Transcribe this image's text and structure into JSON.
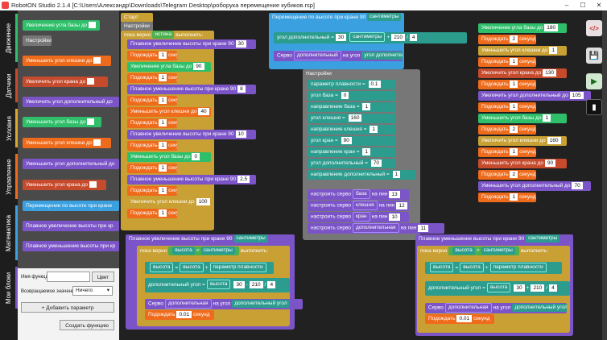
{
  "titlebar": {
    "text": "RobotON Studio 2.1.4 [C:\\Users\\Александр\\Downloads\\Telegram Desktop\\роборука перемещение кубиков.rsp]",
    "min": "–",
    "max": "☐",
    "close": "✕"
  },
  "tabs": [
    "Движение",
    "Датчики",
    "Условия",
    "Управление",
    "Математика",
    "Мои блоки"
  ],
  "palette": {
    "items": [
      "Увеличение угла базы до",
      "Настройки",
      "Уменьшить угол клешни до",
      "Увеличить угол крана до",
      "Увеличить угол дополнительный до",
      "Уменьшить угол базы до",
      "Уменьшить угол клешни до",
      "Уменьшить угол дополнительный до",
      "Уменьшить угол крана до",
      "Перемещение по высоте при кране",
      "Плавное увеличение высоты при кр",
      "Плавное уменьшение высоты при кр"
    ]
  },
  "fnpanel": {
    "name_label": "Имя функции:",
    "color_button": "Цвет",
    "return_label": "Возвращаемое значение:",
    "return_value": "Ничего",
    "add_param": "+ Добавить параметр",
    "create": "Создать функцию"
  },
  "left_stack": {
    "start": "Старт",
    "setup": "Настройки",
    "loop_head": {
      "pre": "пока верно",
      "cond": "истина",
      "post": "выполнить:"
    },
    "rows": [
      {
        "text": "Плавное увеличение высоты при кране 90",
        "val": "30"
      },
      {
        "text": "Подождать",
        "val": "1",
        "unit": "секунд"
      },
      {
        "text": "Увеличение угла базы до",
        "val": "90"
      },
      {
        "text": "Подождать",
        "val": "1",
        "unit": "секунд"
      },
      {
        "text": "Плавное уменьшение высоты при кране 90",
        "val": "8"
      },
      {
        "text": "Подождать",
        "val": "1",
        "unit": "секунд"
      },
      {
        "text": "Уменьшить угол клешни до",
        "val": "40"
      },
      {
        "text": "Подождать",
        "val": "1",
        "unit": "секунд"
      },
      {
        "text": "Плавное увеличение высоты при кране 90",
        "val": "10"
      },
      {
        "text": "Подождать",
        "val": "1",
        "unit": "секунд"
      },
      {
        "text": "Уменьшить угол базы до",
        "val": "0"
      },
      {
        "text": "Подождать",
        "val": "1",
        "unit": "секунд"
      },
      {
        "text": "Плавное уменьшение высоты при кране 90",
        "val": "2.5"
      },
      {
        "text": "Подождать",
        "val": "1",
        "unit": "секунд"
      },
      {
        "text": "Увеличить угол клешни до",
        "val": "100"
      },
      {
        "text": "Подождать",
        "val": "1",
        "unit": "секунд"
      }
    ]
  },
  "move_fn": {
    "head": "Перемещение по высоте при кране 90",
    "param": "сантиметры",
    "set_var": "угол дополнительный",
    "eq": "=",
    "n1": "30",
    "param2": "сантиметры",
    "plus": "+",
    "n2": "210",
    "div": "/",
    "n3": "4",
    "servo": "Серво",
    "servo_name": "дополнительный",
    "servo_to": "на угол",
    "servo_val": "угол дополнительный"
  },
  "setup_fn": {
    "head": "Настройки",
    "vars": [
      {
        "name": "параметр плавности",
        "val": "0.1"
      },
      {
        "name": "угол база",
        "val": "0"
      },
      {
        "name": "направление база",
        "val": "1"
      },
      {
        "name": "угол клешня",
        "val": "160"
      },
      {
        "name": "направление клешня",
        "val": "1"
      },
      {
        "name": "угол кран",
        "val": "90"
      },
      {
        "name": "направление кран",
        "val": "1"
      },
      {
        "name": "угол дополнительный",
        "val": "70"
      },
      {
        "name": "направление дополнительный",
        "val": "1"
      }
    ],
    "servos": [
      {
        "pre": "настроить серво",
        "name": "база",
        "mid": "на пин",
        "pin": "13"
      },
      {
        "pre": "настроить серво",
        "name": "клешня",
        "mid": "на пин",
        "pin": "12"
      },
      {
        "pre": "настроить серво",
        "name": "кран",
        "mid": "на пин",
        "pin": "10"
      },
      {
        "pre": "настроить серво",
        "name": "дополнительная",
        "mid": "на пин",
        "pin": "11"
      }
    ]
  },
  "right_stack": [
    {
      "text": "Увеличение угла базы до",
      "val": "180",
      "c": "g"
    },
    {
      "text": "Подождать",
      "val": "2",
      "unit": "секунд",
      "c": "o"
    },
    {
      "text": "Уменьшить угол клешни до",
      "val": "1",
      "c": "ye"
    },
    {
      "text": "Подождать",
      "val": "1",
      "unit": "секунд",
      "c": "o"
    },
    {
      "text": "Увеличить угол крана до",
      "val": "130",
      "c": "r"
    },
    {
      "text": "Подождать",
      "val": "1",
      "unit": "секунд",
      "c": "o"
    },
    {
      "text": "Увеличить угол дополнительный до",
      "val": "105",
      "c": "p"
    },
    {
      "text": "Подождать",
      "val": "1",
      "unit": "секунд",
      "c": "o"
    },
    {
      "text": "Уменьшить угол базы до",
      "val": "1",
      "c": "g"
    },
    {
      "text": "Подождать",
      "val": "2",
      "unit": "секунд",
      "c": "o"
    },
    {
      "text": "Увеличить угол клешни до",
      "val": "160",
      "c": "ye"
    },
    {
      "text": "Подождать",
      "val": "1",
      "unit": "секунд",
      "c": "o"
    },
    {
      "text": "Уменьшить угол крана до",
      "val": "90",
      "c": "r"
    },
    {
      "text": "Подождать",
      "val": "2",
      "unit": "секунд",
      "c": "o"
    },
    {
      "text": "Уменьшить угол дополнительный до",
      "val": "70",
      "c": "p"
    },
    {
      "text": "Подождать",
      "val": "1",
      "unit": "секунд",
      "c": "o"
    }
  ],
  "inc_fn": {
    "head": "Плавное увеличение высоты при кране 90",
    "param": "сантиметры",
    "loop_pre": "пока верно",
    "var": "высота",
    "op": "<",
    "param2": "сантиметры",
    "loop_post": "выполнить:",
    "set1": "высота",
    "eq": "=",
    "v1": "высота",
    "plus": "+",
    "v2": "параметр плавности",
    "set2": "дополнительный угол",
    "v3": "высота",
    "n1": "30",
    "minus": "-",
    "n2": "210",
    "div": "/",
    "n3": "4",
    "servo": "Серво",
    "servo_name": "дополнительная",
    "servo_to": "на угол",
    "servo_val": "дополнительный угол",
    "wait": "Подождать",
    "wait_val": "0.01",
    "wait_unit": "секунд"
  },
  "dec_fn": {
    "head": "Плавное уменьшение высоты при кране 90",
    "param": "сантиметры",
    "loop_pre": "пока верно",
    "var": "высота",
    "op": ">",
    "param2": "сантиметры",
    "loop_post": "выполнить:",
    "set1": "высота",
    "eq": "=",
    "v1": "высота",
    "plus": "+",
    "v2": "параметр плавности",
    "set2": "дополнительный угол",
    "v3": "высота",
    "n1": "30",
    "plus2": "+",
    "n2": "210",
    "div": "/",
    "n3": "4",
    "servo": "Серво",
    "servo_name": "дополнительная",
    "servo_to": "на угол",
    "servo_val": "дополнительный угол",
    "wait": "Подождать",
    "wait_val": "0.01",
    "wait_unit": "секунд"
  },
  "tools": {
    "code": "</>",
    "save": "💾",
    "run": "▶",
    "terminal": "▮"
  }
}
